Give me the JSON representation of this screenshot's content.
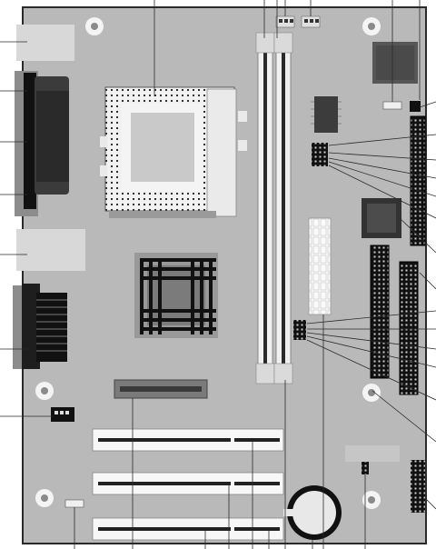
{
  "diagram": {
    "kind": "motherboard-layout",
    "colors": {
      "board": "#b9b9b9",
      "board_border": "#2a2a2a",
      "socket": "#f2f2f2",
      "socket_dots": "#1c1c1c",
      "chip_dark": "#3a3a3a",
      "connector_black": "#111111",
      "slot_white": "#f7f7f7",
      "leader_line": "#2a2a2a",
      "port_light": "#d8d8d8"
    },
    "components": [
      {
        "id": "ps2-keyboard-mouse-port",
        "shape": "port-light"
      },
      {
        "id": "parallel-port",
        "shape": "port-dark"
      },
      {
        "id": "usb-ports",
        "shape": "port-light"
      },
      {
        "id": "serial-com-port",
        "shape": "port-dark"
      },
      {
        "id": "cpu-socket",
        "shape": "socket"
      },
      {
        "id": "north-bridge-chipset",
        "shape": "chip"
      },
      {
        "id": "dimm-slot-1",
        "shape": "dimm"
      },
      {
        "id": "dimm-slot-2",
        "shape": "dimm"
      },
      {
        "id": "atx-power-connector",
        "shape": "atx"
      },
      {
        "id": "amr-slot",
        "shape": "amr"
      },
      {
        "id": "pci-slot-1",
        "shape": "pci"
      },
      {
        "id": "pci-slot-2",
        "shape": "pci"
      },
      {
        "id": "pci-slot-3",
        "shape": "pci"
      },
      {
        "id": "cmos-battery",
        "shape": "battery"
      },
      {
        "id": "floppy-connector",
        "shape": "ribbon"
      },
      {
        "id": "ide-primary-connector",
        "shape": "ribbon"
      },
      {
        "id": "ide-secondary-connector",
        "shape": "ribbon"
      },
      {
        "id": "super-io-chip",
        "shape": "chip"
      },
      {
        "id": "bios-chip",
        "shape": "chip"
      },
      {
        "id": "front-panel-header",
        "shape": "header"
      },
      {
        "id": "fan-header-cpu",
        "shape": "fan"
      },
      {
        "id": "fan-header-system",
        "shape": "fan"
      },
      {
        "id": "jumper-block",
        "shape": "jumper"
      }
    ]
  }
}
